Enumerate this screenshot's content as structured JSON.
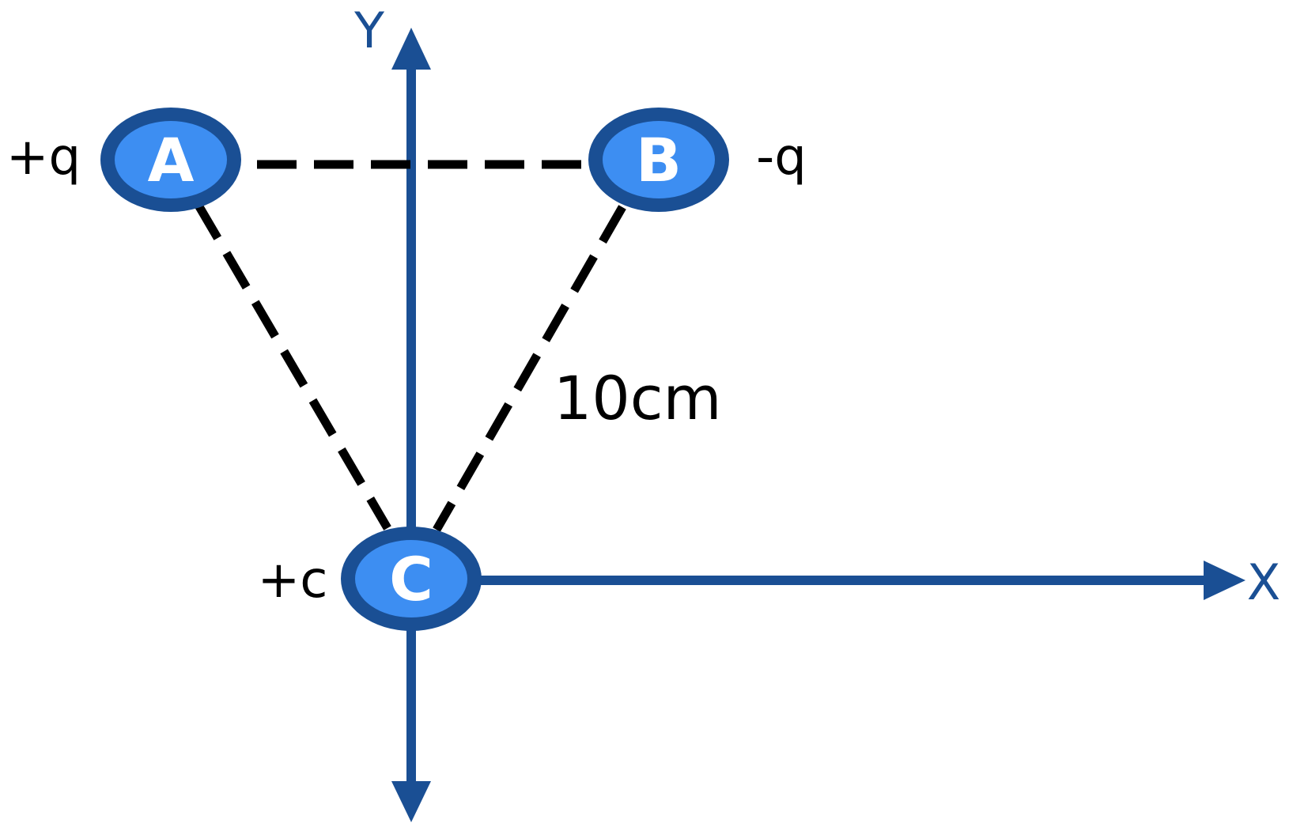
{
  "axes": {
    "x_label": "X",
    "y_label": "Y"
  },
  "charges": {
    "a": {
      "letter": "A",
      "sign_label": "+q"
    },
    "b": {
      "letter": "B",
      "sign_label": "-q"
    },
    "c": {
      "letter": "C",
      "sign_label": "+c"
    }
  },
  "distance_label": "10cm",
  "colors": {
    "axis": "#1a4f94",
    "charge_fill": "#3d8ef2",
    "dashed_line": "#000000"
  }
}
